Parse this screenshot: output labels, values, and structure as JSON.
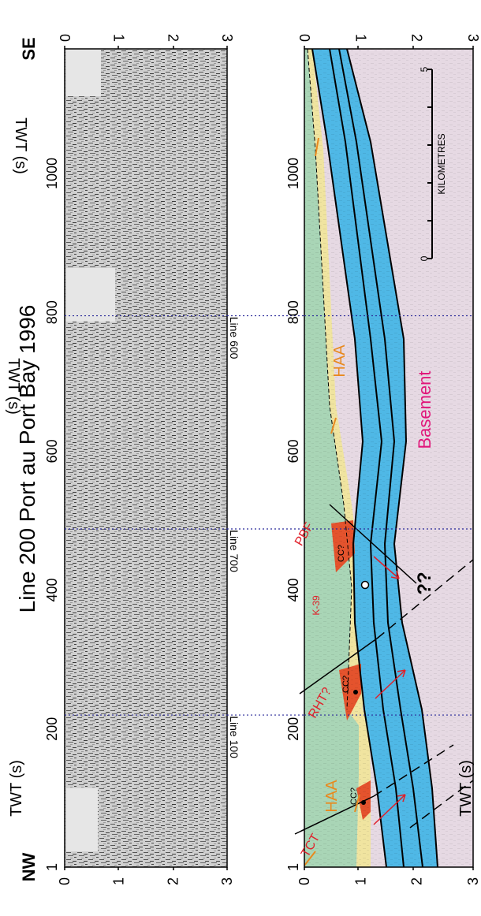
{
  "title": "Line 200 Port au Port Bay 1996",
  "ends": {
    "left": "NW",
    "right": "SE"
  },
  "axis": {
    "twt_label": "TWT (s)",
    "twt_ticks": [
      "0",
      "1",
      "2",
      "3"
    ],
    "cdp_ticks": [
      "1",
      "200",
      "400",
      "600",
      "800",
      "1000"
    ]
  },
  "tie_lines": [
    {
      "label": "Line 100",
      "cdp": 220
    },
    {
      "label": "Line 700",
      "cdp": 488
    },
    {
      "label": "Line 600",
      "cdp": 795
    }
  ],
  "units": {
    "haa_left": "HAA",
    "haa_right": "HAA",
    "basement": "Basement"
  },
  "faults": {
    "tct": "TCT",
    "rht": "RHT?",
    "pbf": "PBF"
  },
  "markers": {
    "cc1": "CC?",
    "cc2": "CC?",
    "cc3": "CC?",
    "uncertain": "??"
  },
  "well": "K-39",
  "scale_bar": {
    "label": "KILOMETRES",
    "start": "0",
    "end": "5"
  },
  "colors": {
    "haa": "#a9d5b6",
    "platform": "#4fb8e6",
    "clastic": "#f0e4a0",
    "red_unit": "#e4532d",
    "basement": "#e6d9e3",
    "tie_line": "#2b2b9a",
    "fault_red": "#e0202a",
    "sediment_arrow": "#e8891e"
  }
}
